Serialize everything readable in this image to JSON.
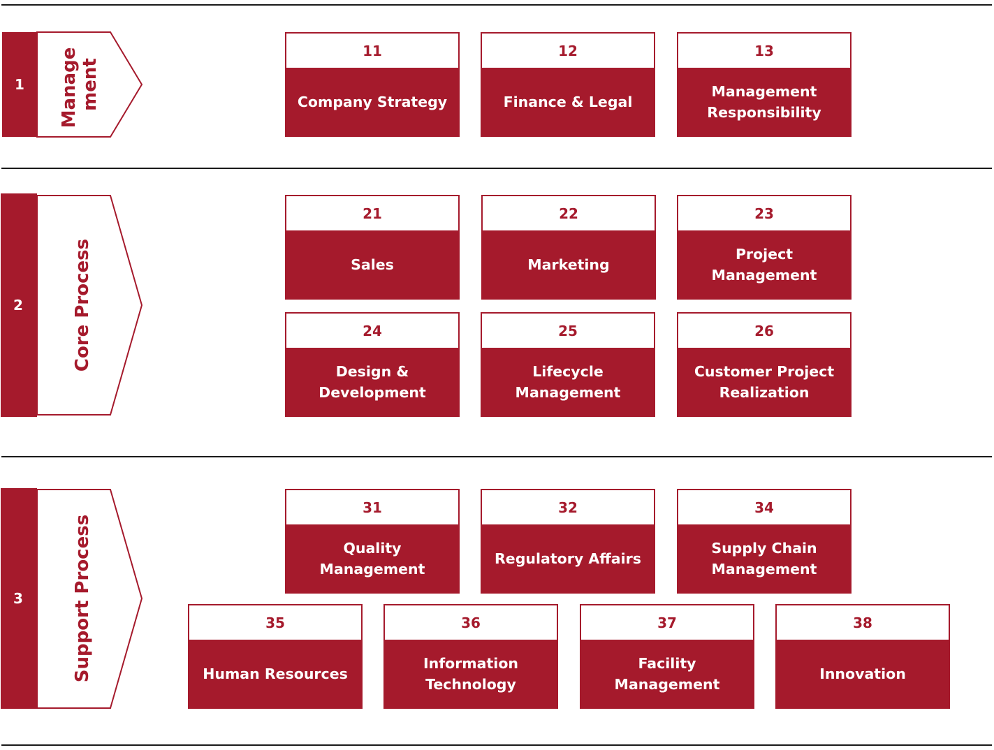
{
  "colors": {
    "accent": "#a51a2c",
    "rule": "#1a1a1a"
  },
  "sections": [
    {
      "number": "1",
      "label_lines": [
        "Manage",
        "ment"
      ]
    },
    {
      "number": "2",
      "label_lines": [
        "Core Process"
      ]
    },
    {
      "number": "3",
      "label_lines": [
        "Support Process"
      ]
    }
  ],
  "cards": [
    {
      "number": "11",
      "title_lines": [
        "Company Strategy"
      ]
    },
    {
      "number": "12",
      "title_lines": [
        "Finance & Legal"
      ]
    },
    {
      "number": "13",
      "title_lines": [
        "Management",
        "Responsibility"
      ]
    },
    {
      "number": "21",
      "title_lines": [
        "Sales"
      ]
    },
    {
      "number": "22",
      "title_lines": [
        "Marketing"
      ]
    },
    {
      "number": "23",
      "title_lines": [
        "Project",
        "Management"
      ]
    },
    {
      "number": "24",
      "title_lines": [
        "Design &",
        "Development"
      ]
    },
    {
      "number": "25",
      "title_lines": [
        "Lifecycle",
        "Management"
      ]
    },
    {
      "number": "26",
      "title_lines": [
        "Customer Project",
        "Realization"
      ]
    },
    {
      "number": "31",
      "title_lines": [
        "Quality",
        "Management"
      ]
    },
    {
      "number": "32",
      "title_lines": [
        "Regulatory Affairs"
      ]
    },
    {
      "number": "34",
      "title_lines": [
        "Supply Chain",
        "Management"
      ]
    },
    {
      "number": "35",
      "title_lines": [
        "Human Resources"
      ]
    },
    {
      "number": "36",
      "title_lines": [
        "Information",
        "Technology"
      ]
    },
    {
      "number": "37",
      "title_lines": [
        "Facility",
        "Management"
      ]
    },
    {
      "number": "38",
      "title_lines": [
        "Innovation"
      ]
    }
  ]
}
